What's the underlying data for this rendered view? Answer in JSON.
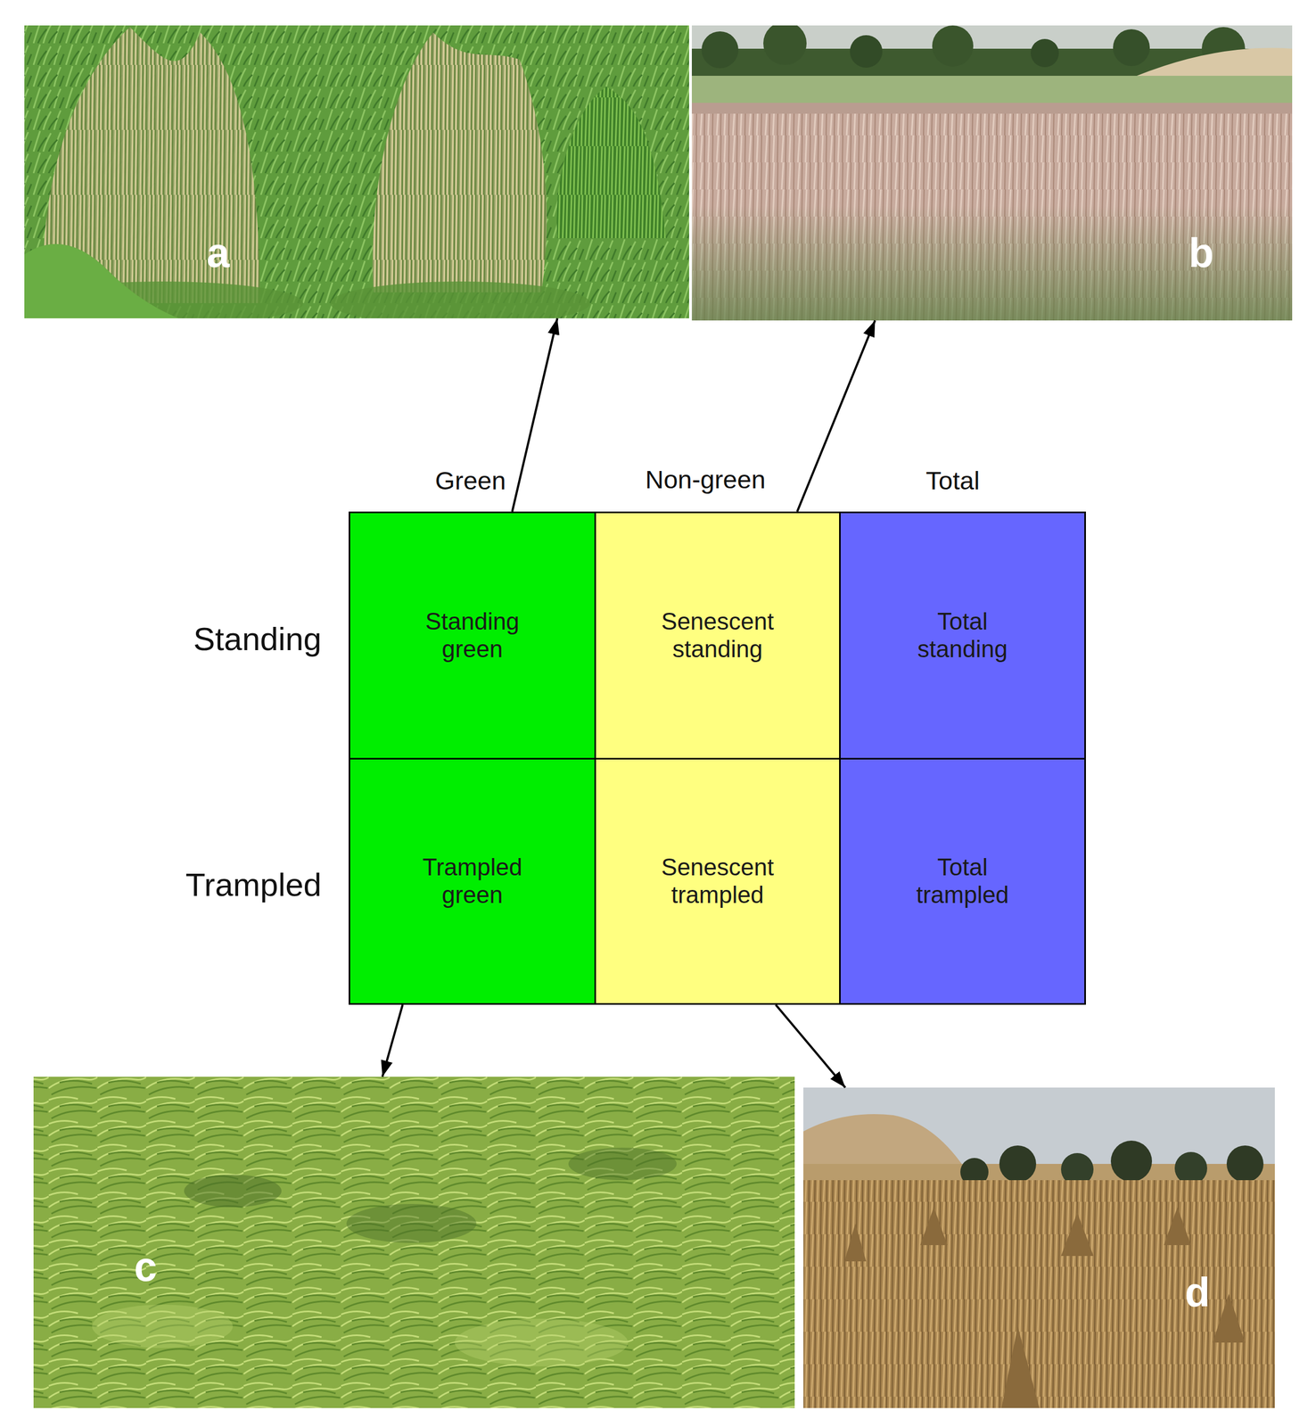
{
  "diagram": {
    "nodes": [
      {
        "text": [
          "a"
        ]
      },
      {
        "text": [
          "b"
        ]
      },
      {
        "text": [
          "Standing green"
        ]
      },
      {
        "text": [
          "Senescent standing"
        ]
      },
      {
        "text": [
          "Total standing"
        ]
      },
      {
        "text": [
          "Trampled green"
        ]
      },
      {
        "text": [
          "Senescent trampled"
        ]
      },
      {
        "text": [
          "Total trampled"
        ]
      },
      {
        "text": [
          "c"
        ]
      },
      {
        "text": [
          "d"
        ]
      }
    ],
    "edges": [
      {
        "from": 2,
        "to": 0,
        "arrow": "to"
      },
      {
        "from": 3,
        "to": 1,
        "arrow": "to"
      },
      {
        "from": 5,
        "to": 8,
        "arrow": "to"
      },
      {
        "from": 6,
        "to": 9,
        "arrow": "to"
      }
    ],
    "labels": [
      "Green",
      "Non-green",
      "Total",
      "Standing",
      "Trampled"
    ]
  }
}
